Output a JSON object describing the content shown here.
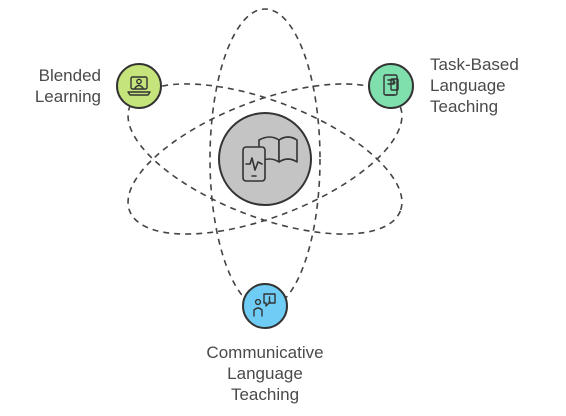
{
  "center": {
    "icon": "mobile-phone-book-icon",
    "fill": "#c4c4c4"
  },
  "nodes": [
    {
      "key": "blended",
      "label_lines": [
        "Blended",
        "Learning"
      ],
      "icon": "laptop-person-icon",
      "fill": "#c5e47b"
    },
    {
      "key": "task",
      "label_lines": [
        "Task-Based",
        "Language",
        "Teaching"
      ],
      "icon": "document-tablet-icon",
      "fill": "#7fe0ae"
    },
    {
      "key": "communicative",
      "label_lines": [
        "Communicative",
        "Language",
        "Teaching"
      ],
      "icon": "person-speech-bubble-icon",
      "fill": "#6fcdf5"
    }
  ],
  "colors": {
    "orbit": "#444444",
    "stroke": "#333333",
    "text": "#4a4a4a"
  }
}
